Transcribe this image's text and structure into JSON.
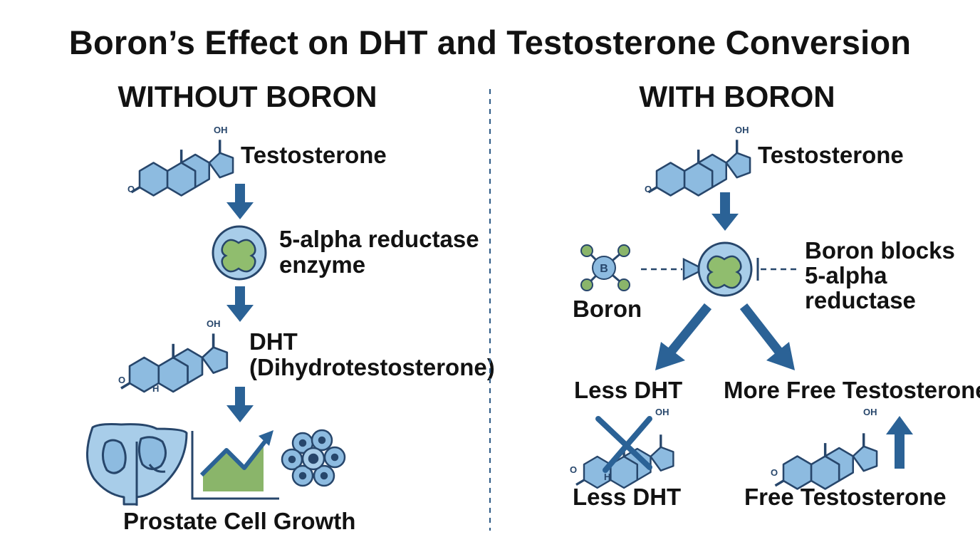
{
  "title": "Boron’s Effect on DHT and Testosterone Conversion",
  "left": {
    "heading": "WITHOUT BORON",
    "testosterone_label": "Testosterone",
    "enzyme_label_line1": "5-alpha reductase",
    "enzyme_label_line2": "enzyme",
    "dht_label_line1": "DHT",
    "dht_label_line2": "(Dihydrotestosterone)",
    "outcome_label": "Prostate Cell Growth"
  },
  "right": {
    "heading": "WITH BORON",
    "testosterone_label": "Testosterone",
    "boron_atom_symbol": "B",
    "boron_label": "Boron",
    "block_label_line1": "Boron blocks",
    "block_label_line2": "5-alpha",
    "block_label_line3": "reductase",
    "branch_left_label": "Less DHT",
    "branch_right_label": "More Free Testosterone",
    "bottom_left_label": "Less DHT",
    "bottom_right_label": "Free Testosterone"
  },
  "molecule_atoms": {
    "hydroxyl": "OH",
    "ketone_oxygen": "O",
    "hydrogen": "H"
  },
  "colors": {
    "ring_fill": "#8dbbe0",
    "ring_stroke": "#27466b",
    "arrow": "#2b6296",
    "enzyme_fill": "#a8cde9",
    "enzyme_core": "#90bd6e",
    "chart_fill": "#8ab56a",
    "divider": "#2d5a86"
  }
}
